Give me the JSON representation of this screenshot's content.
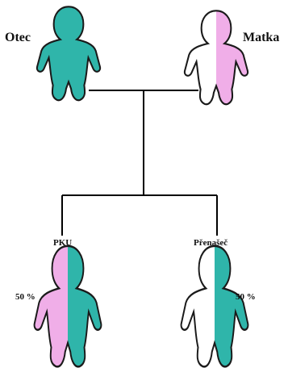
{
  "labels": {
    "father": "Otec",
    "mother": "Matka",
    "child_left": "PKU",
    "child_right": "Přenašeč",
    "pct_left": "50 %",
    "pct_right": "50 %"
  },
  "colors": {
    "teal": "#2fb5aa",
    "pink": "#f0aee8",
    "white": "#ffffff",
    "outline": "#1a1a1a",
    "line": "#000000"
  }
}
